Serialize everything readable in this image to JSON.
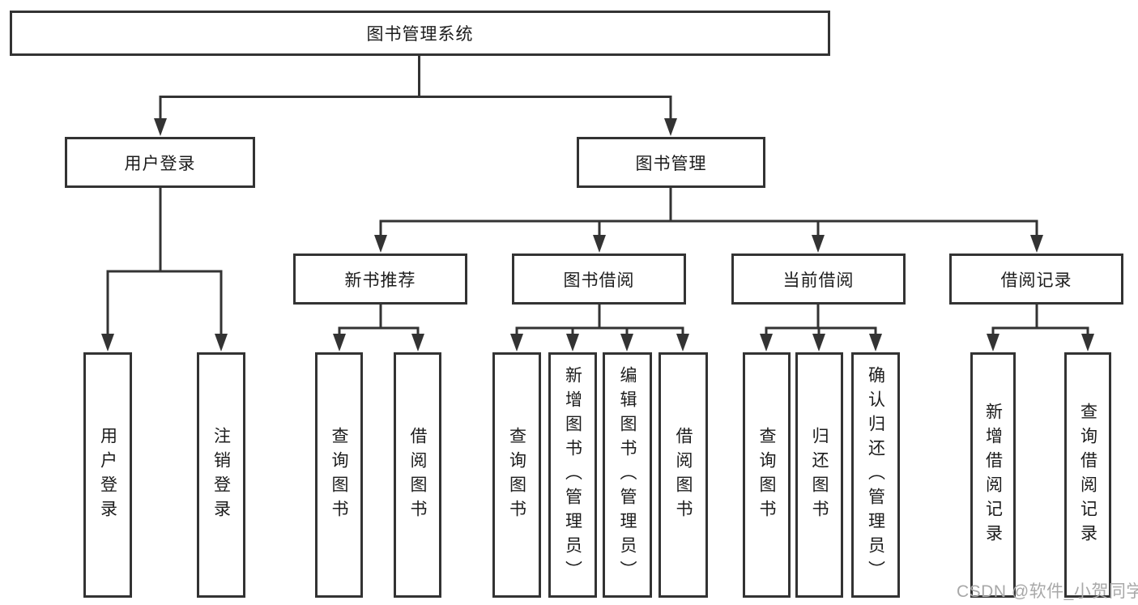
{
  "diagram": {
    "root": "图书管理系统",
    "nodes": {
      "user_login": "用户登录",
      "book_mgmt": "图书管理",
      "new_books": "新书推荐",
      "book_borrow": "图书借阅",
      "current_borrow": "当前借阅",
      "borrow_records": "借阅记录"
    },
    "leaves": {
      "user_login": [
        "用户登录",
        "注销登录"
      ],
      "new_books": [
        "查询图书",
        "借阅图书"
      ],
      "book_borrow": [
        "查询图书",
        "新增图书（管理员）",
        "编辑图书（管理员）",
        "借阅图书"
      ],
      "current_borrow": [
        "查询图书",
        "归还图书",
        "确认归还（管理员）"
      ],
      "borrow_records": [
        "新增借阅记录",
        "查询借阅记录"
      ]
    },
    "colors": {
      "line": "#333333",
      "text": "#1c1c1c",
      "watermark": "#a8a8a8",
      "background": "#ffffff"
    }
  },
  "watermark": "CSDN @软件_小贺同学"
}
